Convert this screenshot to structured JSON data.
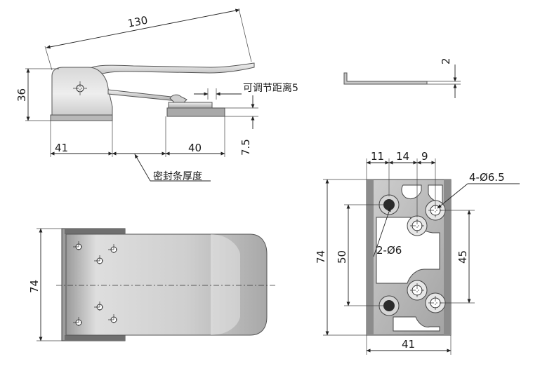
{
  "side_view": {
    "overall_length": "130",
    "height": "36",
    "base_left_length": "41",
    "base_right_length": "40",
    "keeper_height": "7.5",
    "adjust_note": "可调节距离5",
    "seal_note": "密封条厚度"
  },
  "profile_view": {
    "thickness": "2"
  },
  "top_view": {
    "width": "74"
  },
  "plate_view": {
    "height": "74",
    "hole_span": "50",
    "right_span": "45",
    "width": "41",
    "top_dim_left": "11",
    "top_dim_mid": "14",
    "top_dim_right": "9",
    "small_holes_note": "2-Ø6",
    "large_holes_note": "4-Ø6.5"
  },
  "colors": {
    "metal_light": "#e6e6e6",
    "metal_mid": "#bdbdbd",
    "metal_dark": "#7a7a7a",
    "line": "#222222"
  }
}
